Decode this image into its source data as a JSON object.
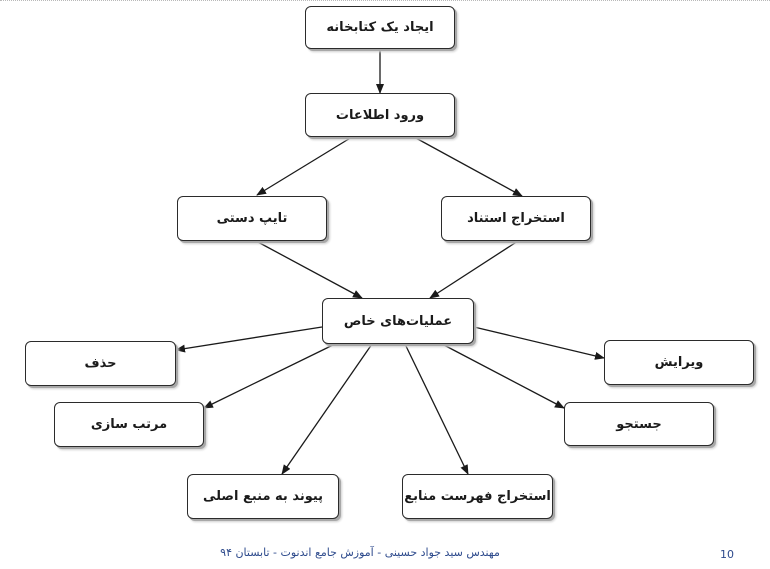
{
  "nodes": {
    "create_library": "ایجاد یک کتابخانه",
    "enter_info": "ورود اطلاعات",
    "manual_typing": "تایپ دستی",
    "extract_document": "استخراج استناد",
    "special_operations": "عملیات‌های خاص",
    "delete": "حذف",
    "edit": "ویرایش",
    "sort": "مرتب سازی",
    "search": "جستجو",
    "link_source": "پیوند به منبع اصلی",
    "extract_references": "استخراج فهرست منابع"
  },
  "footer": {
    "text": "مهندس سید جواد حسینی - آموزش جامع اندنوت - تابستان ۹۴",
    "page_number": "10"
  },
  "colors": {
    "footer_text": "#2d4a8c",
    "box_border": "#2b2b2b",
    "arrow": "#1a1a1a"
  }
}
